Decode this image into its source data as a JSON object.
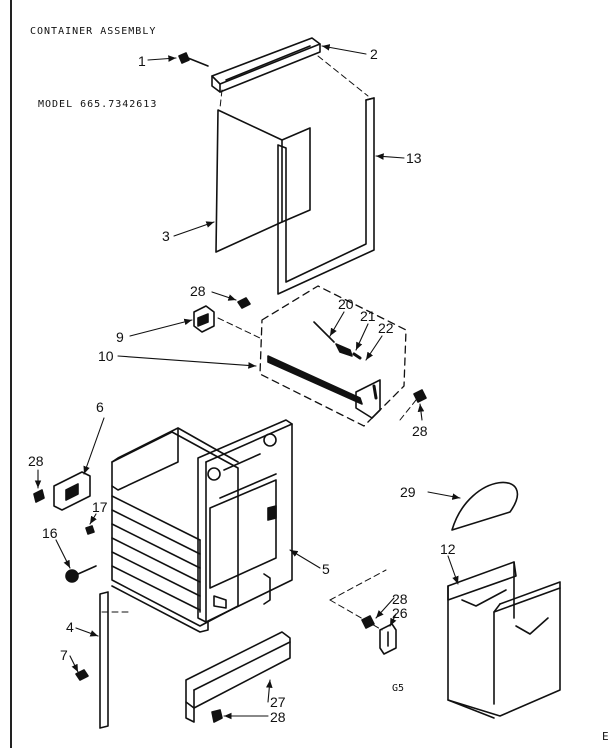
{
  "header": {
    "title": "CONTAINER ASSEMBLY",
    "model": "MODEL 665.7342613"
  },
  "diagram_code": "G5",
  "edge_mark": "E",
  "callouts": {
    "c1": "1",
    "c2": "2",
    "c3": "3",
    "c13": "13",
    "c28a": "28",
    "c9": "9",
    "c10": "10",
    "c20": "20",
    "c21": "21",
    "c22": "22",
    "c28b": "28",
    "c6": "6",
    "c28c": "28",
    "c17": "17",
    "c16": "16",
    "c5": "5",
    "c29": "29",
    "c12": "12",
    "c4": "4",
    "c7": "7",
    "c28d": "28",
    "c26": "26",
    "c27": "27",
    "c28e": "28"
  }
}
